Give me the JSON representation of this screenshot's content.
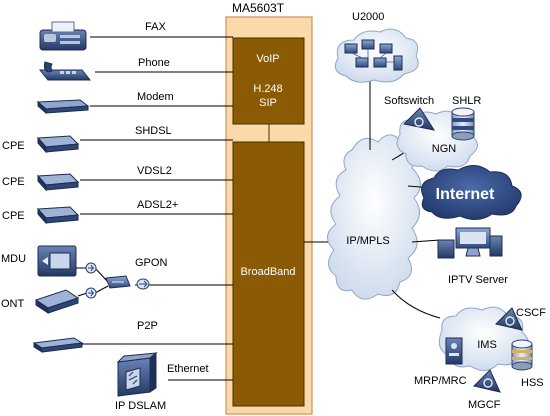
{
  "device": {
    "title": "MA5603T",
    "voip_label": "VoIP",
    "protocol_line1": "H.248",
    "protocol_line2": "SIP",
    "broadband_label": "BroadBand"
  },
  "left_links": {
    "fax": "FAX",
    "phone": "Phone",
    "modem": "Modem",
    "shdsl": "SHDSL",
    "vdsl2": "VDSL2",
    "adsl2": "ADSL2+",
    "gpon": "GPON",
    "p2p": "P2P",
    "ethernet": "Ethernet"
  },
  "left_devices": {
    "cpe1": "CPE",
    "cpe2": "CPE",
    "cpe3": "CPE",
    "mdu": "MDU",
    "ont": "ONT",
    "ip_dslam": "IP  DSLAM"
  },
  "right_network": {
    "u2000": "U2000",
    "softswitch": "Softswitch",
    "shlr": "SHLR",
    "ngn": "NGN",
    "internet": "Internet",
    "ip_mpls": "IP/MPLS",
    "iptv_server": "IPTV Server",
    "cscf": "CSCF",
    "ims": "IMS",
    "mrp_mrc": "MRP/MRC",
    "hss": "HSS",
    "mgcf": "MGCF"
  },
  "colors": {
    "device_outer": "#fbd9a8",
    "device_outer_stroke": "#c8935a",
    "device_inner": "#8a5a05",
    "cloud_fill": "#dde7f3",
    "cloud_stroke": "#8ea7c6",
    "internet_fill": "#2f4a86",
    "equipment_blue": "#3e5e95"
  }
}
